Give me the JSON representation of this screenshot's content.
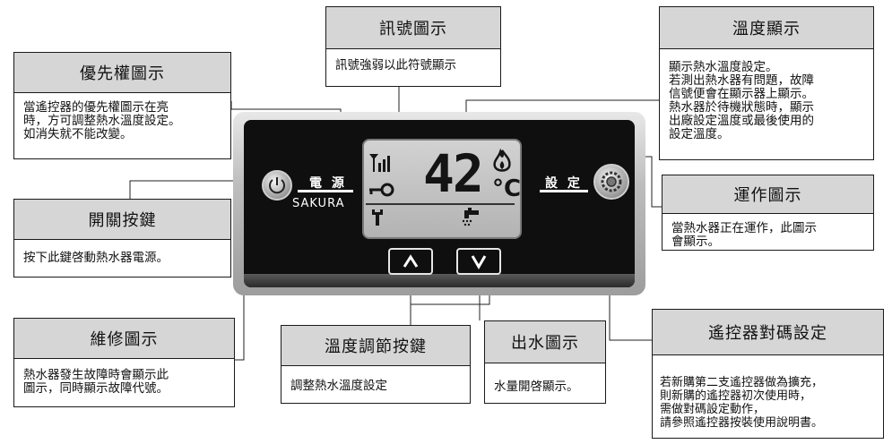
{
  "signal_icon": {
    "title": "訊號圖示",
    "desc": "訊號強弱以此符號顯示"
  },
  "temp_display": {
    "title": "溫度顯示",
    "desc": "顯示熱水溫度設定。\n若測出熱水器有問題，故障\n信號便會在顯示器上顯示。\n熱水器於待機狀態時，顯示\n出廠設定溫度或最後使用的\n設定溫度。"
  },
  "priority_icon": {
    "title": "優先權圖示",
    "desc": "當遙控器的優先權圖示在亮\n時，方可調整熱水溫度設定。\n如消失就不能改變。"
  },
  "power_key": {
    "title": "開關按鍵",
    "desc": "按下此鍵啓動熱水器電源。"
  },
  "operation_icon": {
    "title": "運作圖示",
    "desc": "當熱水器正在運作，此圖示\n會顯示。"
  },
  "maintenance_icon": {
    "title": "維修圖示",
    "desc": "熱水器發生故障時會顯示此\n圖示，同時顯示故障代號。"
  },
  "temp_adjust_keys": {
    "title": "溫度調節按鍵",
    "desc": "調整熱水溫度設定"
  },
  "water_icon": {
    "title": "出水圖示",
    "desc": "水量開啓顯示。"
  },
  "pairing": {
    "title": "遙控器對碼設定",
    "desc": "若新購第二支遙控器做為擴充，\n則新購的遙控器初次使用時，\n需做對碼設定動作，\n請參照遙控器按裝使用說明書。"
  },
  "device": {
    "power_label": "電 源",
    "brand": "SAKURA",
    "set_label": "設 定",
    "temperature": "42",
    "unit": "°C",
    "up_icon": "chevron-up-icon",
    "down_icon": "chevron-down-icon"
  }
}
